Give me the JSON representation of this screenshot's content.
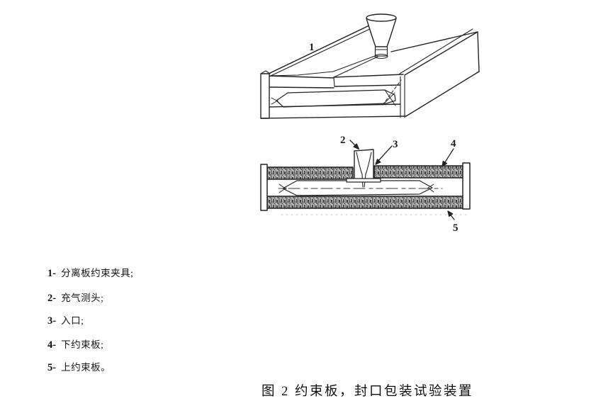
{
  "figure": {
    "caption": "图 2 约束板，封口包装试验装置"
  },
  "legend": {
    "items": [
      {
        "num": "1-",
        "text": "分离板约束夹具;"
      },
      {
        "num": "2-",
        "text": "充气测头;"
      },
      {
        "num": "3-",
        "text": "入口;"
      },
      {
        "num": "4-",
        "text": "下约束板;"
      },
      {
        "num": "5-",
        "text": "上约束板。"
      }
    ]
  },
  "diagram": {
    "top_view_callout": "1",
    "section_callouts": [
      "2",
      "3",
      "4",
      "5"
    ],
    "ink_color": "#242424",
    "plate_texture_base": "#bdbdbd"
  }
}
